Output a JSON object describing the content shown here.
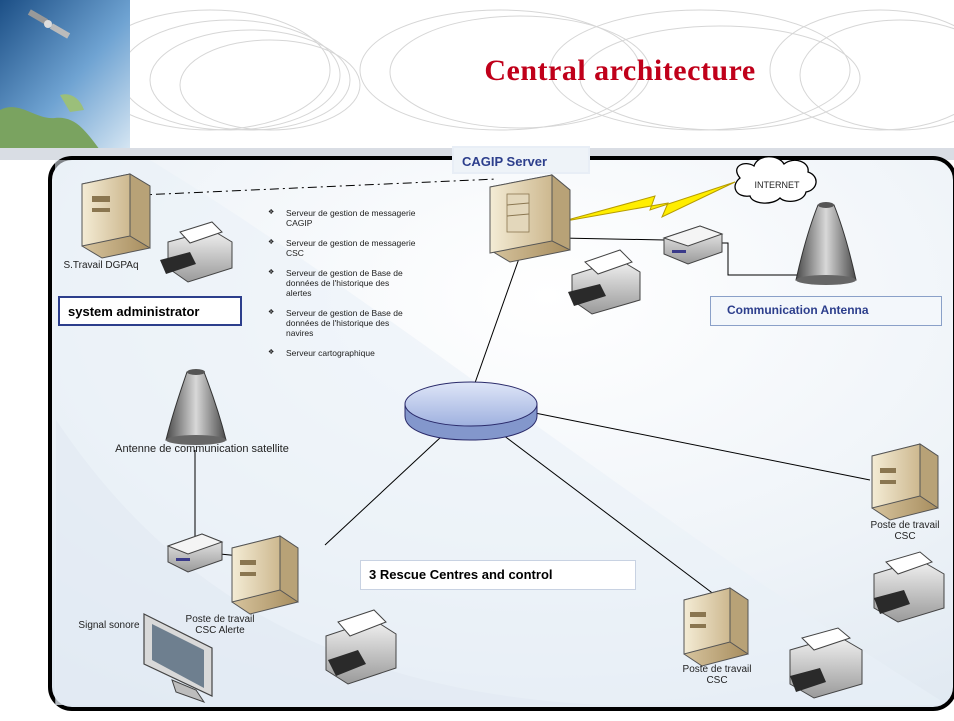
{
  "title": "Central architecture",
  "labels": {
    "cagip_server": "CAGIP Server",
    "internet": "INTERNET",
    "workstation_dgpaq": "S.Travail DGPAq",
    "system_admin": "system administrator",
    "communication_antenna": "Communication Antenna",
    "sat_antenna": "Antenne de communication satellite",
    "rescue_centres": "3 Rescue Centres and control",
    "signal_sonore": "Signal sonore",
    "poste_csc_alerte_1": "Poste de travail",
    "poste_csc_alerte_2": "CSC Alerte",
    "poste_csc_right_1": "Poste de travail",
    "poste_csc_right_2": "CSC",
    "poste_csc_bottom_1": "Poste de travail",
    "poste_csc_bottom_2": "CSC"
  },
  "servers": [
    "Serveur de gestion de messagerie CAGIP",
    "Serveur de gestion de messagerie CSC",
    "Serveur de gestion de Base de données de l'historique des alertes",
    "Serveur de gestion de Base de données de l'historique des navires",
    "Serveur cartographique"
  ],
  "colors": {
    "title": "#c0001a",
    "frame": "#000000",
    "panel": "#e8f0f7",
    "hub": "#b8c8ea",
    "box_border": "#2c3e8c",
    "lightning": "#ffee00"
  }
}
